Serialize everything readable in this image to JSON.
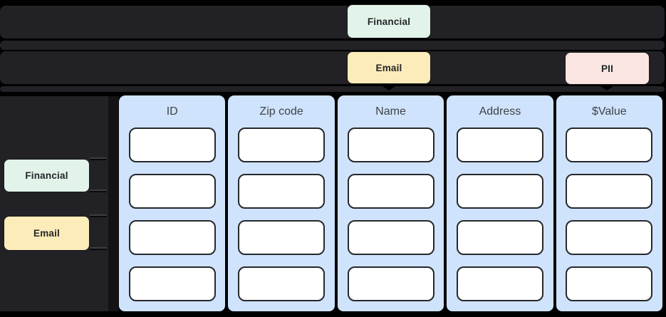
{
  "tags_top": {
    "financial": "Financial",
    "email": "Email",
    "pii": "PII"
  },
  "tags_shelf": {
    "financial": "Financial",
    "email": "Email"
  },
  "table": {
    "columns": [
      {
        "header": "ID",
        "cells": [
          "",
          "",
          "",
          ""
        ]
      },
      {
        "header": "Zip code",
        "cells": [
          "",
          "",
          "",
          ""
        ]
      },
      {
        "header": "Name",
        "cells": [
          "",
          "",
          "",
          ""
        ]
      },
      {
        "header": "Address",
        "cells": [
          "",
          "",
          "",
          ""
        ]
      },
      {
        "header": "$Value",
        "cells": [
          "",
          "",
          "",
          ""
        ]
      }
    ]
  },
  "colors": {
    "background": "#000000",
    "bar_dark": "#222226",
    "column_blue": "#cfe3fc",
    "cell_white": "#ffffff",
    "cell_border": "#26282c",
    "tag_financial": "#e2f3e9",
    "tag_email": "#fcecba",
    "tag_pii": "#fae5e3",
    "header_text": "#3f4348",
    "tag_text": "#232528"
  }
}
